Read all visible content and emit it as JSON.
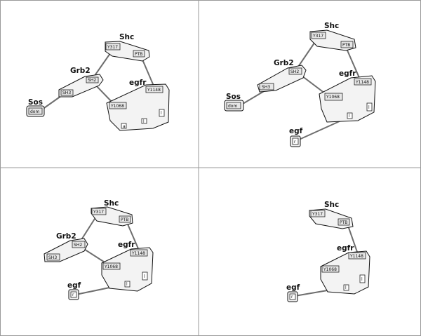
{
  "panels": [
    {
      "id": "top-left",
      "molecules": {
        "shc": {
          "name": "Shc",
          "sites": [
            "Y317",
            "PTB"
          ]
        },
        "grb2": {
          "name": "Grb2",
          "sites": [
            "SH2",
            "SH3"
          ]
        },
        "egfr": {
          "name": "egfr",
          "sites": [
            "Y1148",
            "Y1068",
            "a",
            "l",
            "l"
          ]
        },
        "sos": {
          "name": "Sos",
          "sites": [
            "dom"
          ]
        }
      }
    },
    {
      "id": "top-right",
      "molecules": {
        "shc": {
          "name": "Shc",
          "sites": [
            "Y317",
            "PTB"
          ]
        },
        "grb2": {
          "name": "Grb2",
          "sites": [
            "SH2",
            "SH3"
          ]
        },
        "egfr": {
          "name": "egfr",
          "sites": [
            "Y1148",
            "Y1068",
            "l",
            "l"
          ]
        },
        "sos": {
          "name": "Sos",
          "sites": [
            "dom"
          ]
        },
        "egf": {
          "name": "egf",
          "sites": [
            "r"
          ]
        }
      }
    },
    {
      "id": "bottom-left",
      "molecules": {
        "shc": {
          "name": "Shc",
          "sites": [
            "Y317",
            "PTB"
          ]
        },
        "grb2": {
          "name": "Grb2",
          "sites": [
            "SH2",
            "SH3"
          ]
        },
        "egfr": {
          "name": "egfr",
          "sites": [
            "Y1148",
            "Y1068",
            "l",
            "l"
          ]
        },
        "egf": {
          "name": "egf",
          "sites": [
            "r"
          ]
        }
      }
    },
    {
      "id": "bottom-right",
      "molecules": {
        "shc": {
          "name": "Shc",
          "sites": [
            "Y317",
            "PTB"
          ]
        },
        "egfr": {
          "name": "egfr",
          "sites": [
            "Y1148",
            "Y1068",
            "l",
            "l"
          ]
        },
        "egf": {
          "name": "egf",
          "sites": [
            "r"
          ]
        }
      }
    }
  ]
}
